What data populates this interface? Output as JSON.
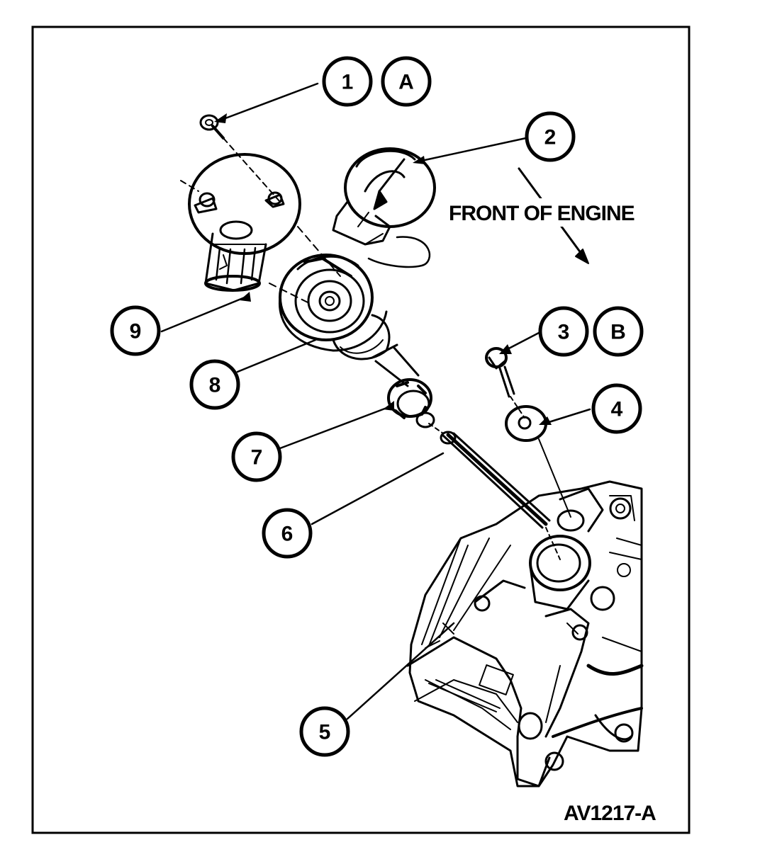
{
  "figure_id": "AV1217-A",
  "direction_label": "FRONT OF ENGINE",
  "callouts": [
    {
      "key": "c1",
      "text": "1"
    },
    {
      "key": "cA",
      "text": "A"
    },
    {
      "key": "c2",
      "text": "2"
    },
    {
      "key": "c3",
      "text": "3"
    },
    {
      "key": "cB",
      "text": "B"
    },
    {
      "key": "c4",
      "text": "4"
    },
    {
      "key": "c5",
      "text": "5"
    },
    {
      "key": "c6",
      "text": "6"
    },
    {
      "key": "c7",
      "text": "7"
    },
    {
      "key": "c8",
      "text": "8"
    },
    {
      "key": "c9",
      "text": "9"
    }
  ]
}
